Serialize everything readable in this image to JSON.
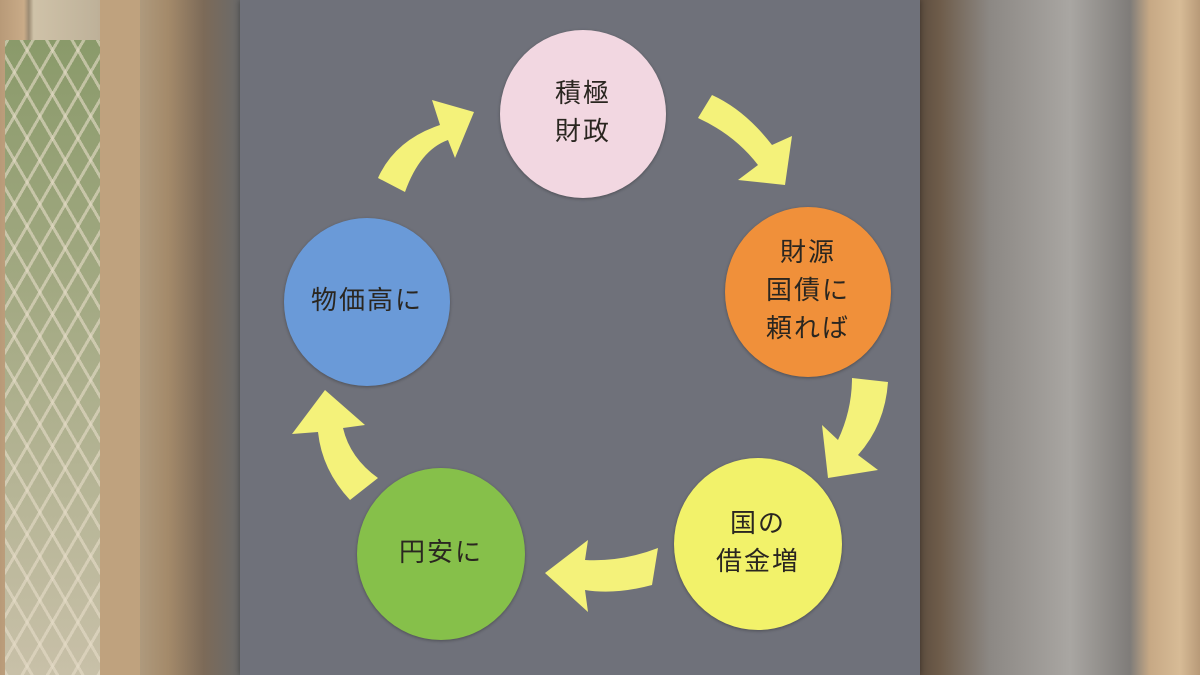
{
  "diagram": {
    "type": "cycle",
    "nodes": [
      {
        "id": "n1",
        "label": "積極\n財政",
        "color": "#f2d7e1"
      },
      {
        "id": "n2",
        "label": "財源\n国債に\n頼れば",
        "color": "#f0903a"
      },
      {
        "id": "n3",
        "label": "国の\n借金増",
        "color": "#f2f26a"
      },
      {
        "id": "n4",
        "label": "円安に",
        "color": "#86c04a"
      },
      {
        "id": "n5",
        "label": "物価高に",
        "color": "#6a9ad8"
      }
    ],
    "edges": [
      [
        "n1",
        "n2"
      ],
      [
        "n2",
        "n3"
      ],
      [
        "n3",
        "n4"
      ],
      [
        "n4",
        "n5"
      ],
      [
        "n5",
        "n1"
      ]
    ],
    "arrow_color": "#f4f27a",
    "board_color": "#6f717a"
  }
}
